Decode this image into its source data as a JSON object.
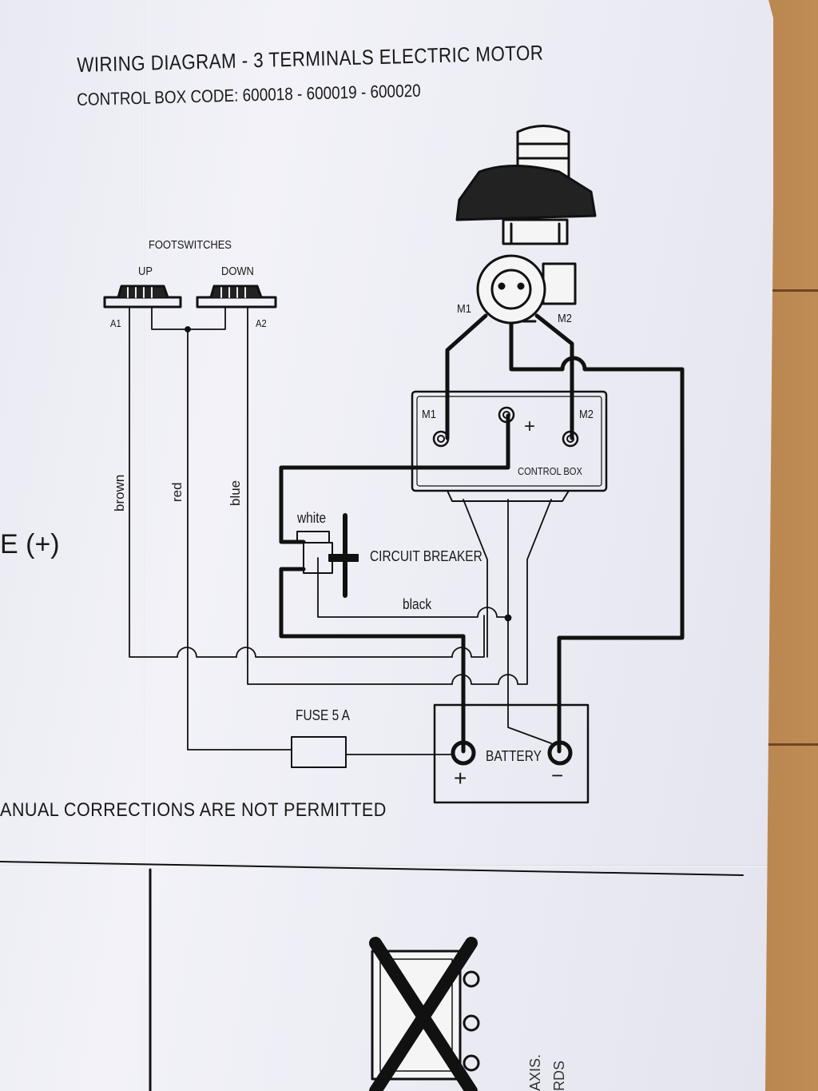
{
  "title": "WIRING DIAGRAM - 3 TERMINALS  ELECTRIC  MOTOR",
  "subtitle": "CONTROL BOX CODE: 600018 - 600019 - 600020",
  "footswitches": {
    "heading": "FOOTSWITCHES",
    "up_label": "UP",
    "down_label": "DOWN",
    "a1_label": "A1",
    "a2_label": "A2"
  },
  "wires": {
    "brown": "brown",
    "red": "red",
    "blue": "blue",
    "white": "white",
    "black": "black"
  },
  "motor": {
    "m1_label": "M1",
    "m2_label": "M2"
  },
  "control_box": {
    "label": "CONTROL BOX",
    "m1_label": "M1",
    "m2_label": "M2",
    "plus_label": "+"
  },
  "circuit_breaker_label": "CIRCUIT BREAKER",
  "fuse_label": "FUSE 5 A",
  "battery": {
    "label": "BATTERY",
    "plus_label": "+",
    "minus_label": "−"
  },
  "side_glyph": "E (+)",
  "footer_note": "ANUAL CORRECTIONS ARE NOT PERMITTED",
  "bottom_text_1": "AXIS.",
  "bottom_text_2": "RDS"
}
